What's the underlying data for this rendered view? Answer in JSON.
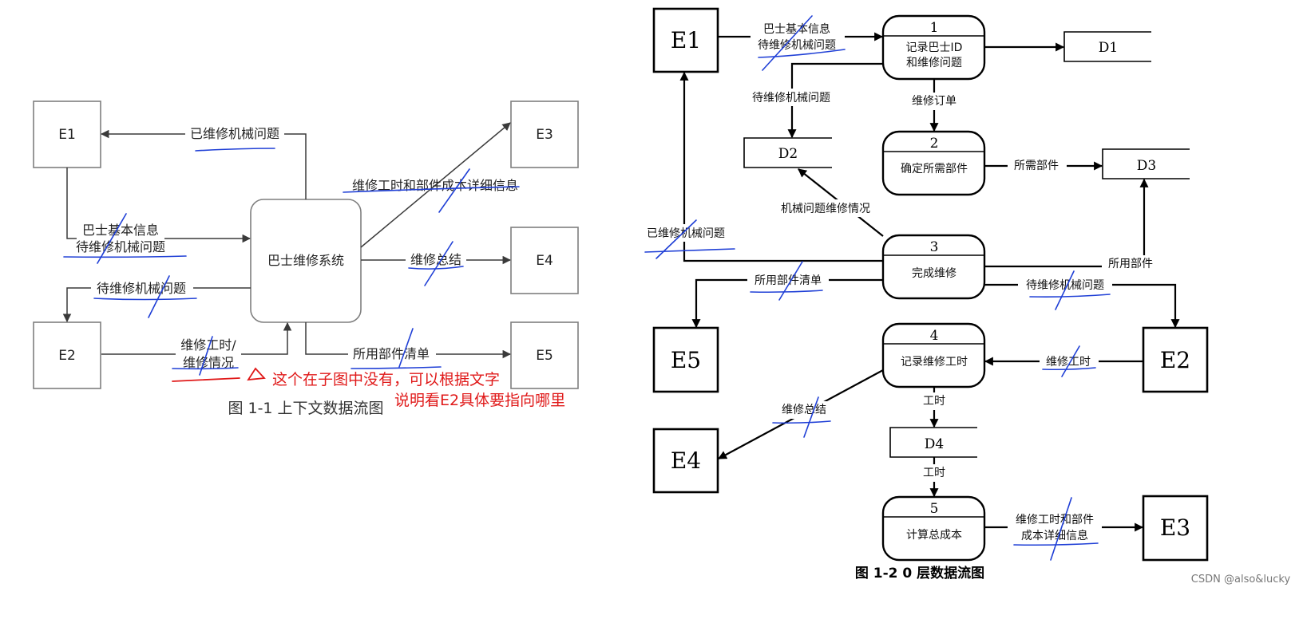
{
  "left": {
    "entities": {
      "e1": "E1",
      "e2": "E2",
      "e3": "E3",
      "e4": "E4",
      "e5": "E5"
    },
    "process": "巴士维修系统",
    "flows": {
      "repaired": "已维修机械问题",
      "bus_info_1": "巴士基本信息",
      "bus_info_2": "待维修机械问题",
      "pending": "待维修机械问题",
      "hours_1": "维修工时/",
      "hours_2": "维修情况",
      "cost": "维修工时和部件成本详细信息",
      "summary": "维修总结",
      "parts": "所用部件清单"
    },
    "note_1": "这个在子图中没有，可以根据文字",
    "note_2": "说明看E2具体要指向哪里",
    "caption": "图  1-1  上下文数据流图"
  },
  "right": {
    "entities": {
      "e1": "E1",
      "e2": "E2",
      "e3": "E3",
      "e4": "E4",
      "e5": "E5"
    },
    "processes": [
      {
        "num": "1",
        "line1": "记录巴士ID",
        "line2": "和维修问题"
      },
      {
        "num": "2",
        "line1": "确定所需部件",
        "line2": ""
      },
      {
        "num": "3",
        "line1": "完成维修",
        "line2": ""
      },
      {
        "num": "4",
        "line1": "记录维修工时",
        "line2": ""
      },
      {
        "num": "5",
        "line1": "计算总成本",
        "line2": ""
      }
    ],
    "stores": {
      "d1": "D1",
      "d2": "D2",
      "d3": "D3",
      "d4": "D4"
    },
    "flows": {
      "bus_info_1": "巴士基本信息",
      "bus_info_2": "待维修机械问题",
      "pending_d2": "待维修机械问题",
      "order": "维修订单",
      "parts_needed": "所需部件",
      "mech_status": "机械问题维修情况",
      "repaired": "已维修机械问题",
      "parts_used": "所用部件",
      "parts_list": "所用部件清单",
      "pending_e2": "待维修机械问题",
      "hours_in": "维修工时",
      "summary": "维修总结",
      "hours_1": "工时",
      "hours_2": "工时",
      "cost_1": "维修工时和部件",
      "cost_2": "成本详细信息"
    },
    "caption": "图 1-2 0 层数据流图"
  },
  "watermark": "CSDN @also&lucky"
}
